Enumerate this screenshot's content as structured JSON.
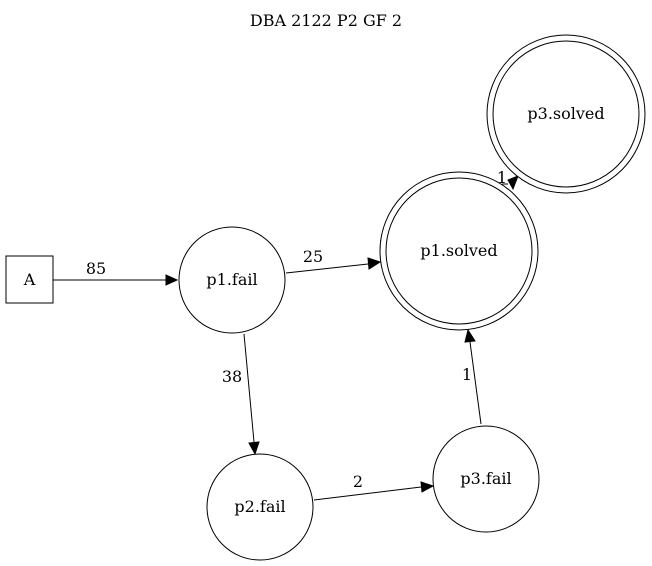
{
  "title": "DBA 2122 P2 GF 2",
  "nodes": {
    "start": "A",
    "p1_fail": "p1.fail",
    "p1_solved": "p1.solved",
    "p2_fail": "p2.fail",
    "p3_fail": "p3.fail",
    "p3_solved": "p3.solved"
  },
  "edges": {
    "start_to_p1_fail": "85",
    "p1_fail_to_p1_solved": "25",
    "p1_fail_to_p2_fail": "38",
    "p2_fail_to_p3_fail": "2",
    "p3_fail_to_p1_solved": "1",
    "p1_solved_to_p3_solved": "1"
  }
}
